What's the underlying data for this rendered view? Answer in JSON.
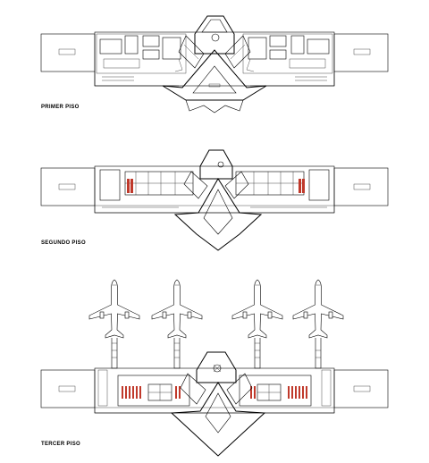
{
  "floors": [
    {
      "id": "primer",
      "label": "PRIMER PISO"
    },
    {
      "id": "segundo",
      "label": "SEGUNDO PISO"
    },
    {
      "id": "tercer",
      "label": "TERCER PISO"
    }
  ],
  "colors": {
    "line": "#000000",
    "accent": "#c0392b",
    "background": "#ffffff"
  },
  "aircraft_count": 4
}
